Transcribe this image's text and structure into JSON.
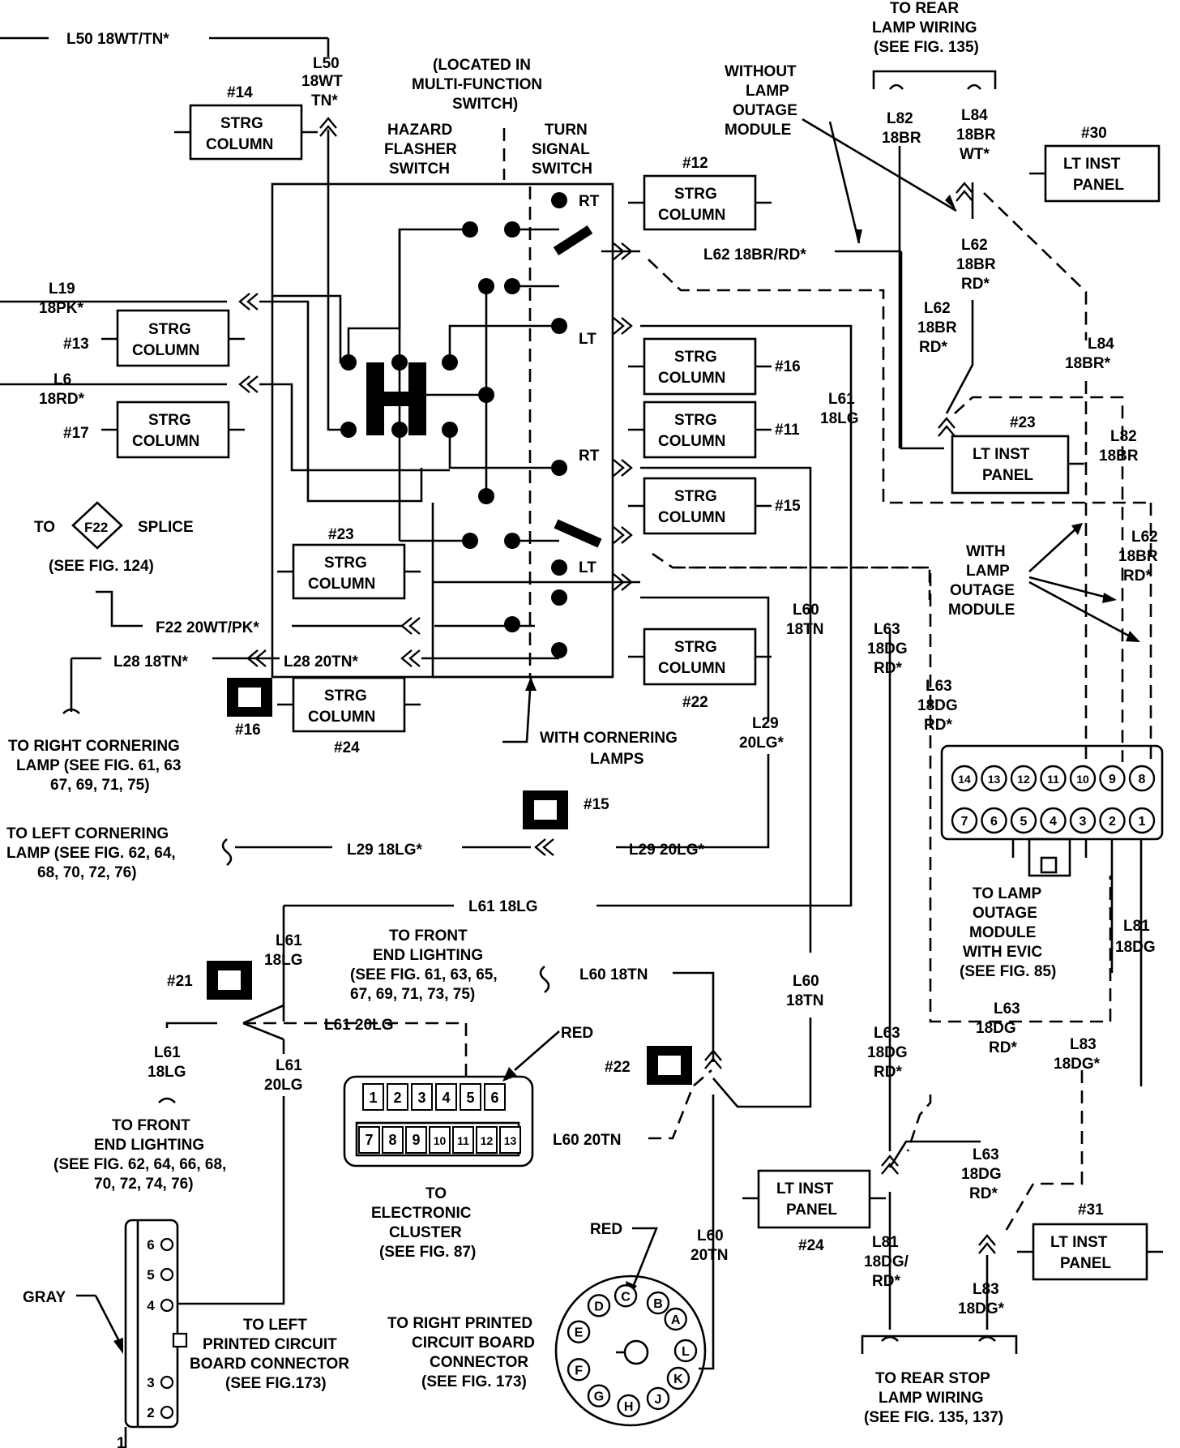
{
  "labels": {
    "l50_top": "L50 18WT/TN*",
    "l50_a": "L50",
    "l50_b": "18WT",
    "l50_c": "TN*",
    "located1": "(LOCATED IN",
    "located2": "MULTI-FUNCTION",
    "located3": "SWITCH)",
    "hazard1": "HAZARD",
    "hazard2": "FLASHER",
    "hazard3": "SWITCH",
    "turn1": "TURN",
    "turn2": "SIGNAL",
    "turn3": "SWITCH",
    "torear1": "TO REAR",
    "torear2": "LAMP WIRING",
    "torear3": "(SEE FIG. 135)",
    "without1": "WITHOUT",
    "without2": "LAMP",
    "without3": "OUTAGE",
    "without4": "MODULE",
    "l82a": "L82",
    "l82b": "18BR",
    "l84a": "L84",
    "l84b": "18BR",
    "l84c": "WT*",
    "l62top": "L62 18BR/RD*",
    "l62r_a": "L62",
    "l62r_b": "18BR",
    "l62r_c": "RD*",
    "l62m_a": "L62",
    "l62m_b": "18BR",
    "l62m_c": "RD*",
    "l84d_a": "L84",
    "l84d_b": "18BR*",
    "l82d_a": "L82",
    "l82d_b": "18BR",
    "l62d_a": "L62",
    "l62d_b": "18BR",
    "l62d_c": "RD*",
    "l19a": "L19",
    "l19b": "18PK*",
    "l6a": "L6",
    "l6b": "18RD*",
    "rt1": "RT",
    "lt1": "LT",
    "rt2": "RT",
    "lt2": "LT",
    "l61a": "L61",
    "l61b": "18LG",
    "to_f22": "TO",
    "splice": "SPLICE",
    "see124": "(SEE FIG. 124)",
    "f22": "F22 20WT/PK*",
    "l28_18": "L28 18TN*",
    "l28_20": "L28 20TN*",
    "toright1": "TO RIGHT CORNERING",
    "toright2": "LAMP (SEE FIG. 61, 63",
    "toright3": "67, 69, 71, 75)",
    "with_corn1": "WITH CORNERING",
    "with_corn2": "LAMPS",
    "l60a": "L60",
    "l60b": "18TN",
    "l63a": "L63",
    "l63b": "18DG",
    "l63c": "RD*",
    "l63b_a": "L63",
    "l63b_b": "18DG",
    "l63b_c": "RD*",
    "with_lom1": "WITH",
    "with_lom2": "LAMP",
    "with_lom3": "OUTAGE",
    "with_lom4": "MODULE",
    "l29a": "L29",
    "l29b": "20LG*",
    "toleft1": "TO LEFT CORNERING",
    "toleft2": "LAMP (SEE FIG. 62, 64,",
    "toleft3": "68, 70, 72, 76)",
    "l29_18": "L29 18LG*",
    "l29_20": "L29 20LG*",
    "l61_18lg": "L61 18LG",
    "tolom1": "TO LAMP",
    "tolom2": "OUTAGE",
    "tolom3": "MODULE",
    "tolom4": "WITH EVIC",
    "tolom5": "(SEE FIG. 85)",
    "l81a": "L81",
    "l81b": "18DG",
    "tofront1": "TO FRONT",
    "tofront2": "END LIGHTING",
    "tofront3": "(SEE FIG. 61, 63, 65,",
    "tofront4": "67, 69, 71, 73, 75)",
    "l60_18tn": "L60 18TN",
    "l61c_a": "L61",
    "l61c_b": "18LG",
    "l61_20lg": "L61 20LG",
    "l60m_a": "L60",
    "l60m_b": "18TN",
    "l63c_a": "L63",
    "l63c_b": "18DG",
    "l63c_c": "RD*",
    "l63d_a": "L63",
    "l63d_b": "18DG",
    "l63d_c": "RD*",
    "l83a": "L83",
    "l83b": "18DG*",
    "red1": "RED",
    "l61d_a": "L61",
    "l61d_b": "18LG",
    "tofront2_1": "TO FRONT",
    "tofront2_2": "END LIGHTING",
    "tofront2_3": "(SEE FIG. 62, 64, 66, 68,",
    "tofront2_4": "70, 72, 74, 76)",
    "l61e_a": "L61",
    "l61e_b": "20LG",
    "l60_20tn": "L60 20TN",
    "tocluster1": "TO",
    "tocluster2": "ELECTRONIC",
    "tocluster3": "CLUSTER",
    "tocluster4": "(SEE FIG. 87)",
    "l63e_a": "L63",
    "l63e_b": "18DG",
    "l63e_c": "RD*",
    "red2": "RED",
    "l60n_a": "L60",
    "l60n_b": "20TN",
    "l81c_a": "L81",
    "l81c_b": "18DG/",
    "l81c_c": "RD*",
    "l83b_a": "L83",
    "l83b_b": "18DG*",
    "gray": "GRAY",
    "toleftpcb1": "TO LEFT",
    "toleftpcb2": "PRINTED CIRCUIT",
    "toleftpcb3": "BOARD CONNECTOR",
    "toleftpcb4": "(SEE FIG.173)",
    "torightpcb1": "TO RIGHT PRINTED",
    "torightpcb2": "CIRCUIT BOARD",
    "torightpcb3": "CONNECTOR",
    "torightpcb4": "(SEE FIG. 173)",
    "torearstop1": "TO REAR STOP",
    "torearstop2": "LAMP WIRING",
    "torearstop3": "(SEE FIG. 135, 137)"
  },
  "splice_tag": "F22",
  "connectors": {
    "c14": "#14",
    "c12": "#12",
    "c30": "#30",
    "c13": "#13",
    "c16": "#16",
    "c17": "#17",
    "c11": "#11",
    "c15": "#15",
    "c23a": "#23",
    "c23b": "#23",
    "c22": "#22",
    "c16b": "#16",
    "c24": "#24",
    "c15b": "#15",
    "c21": "#21",
    "c22b": "#22",
    "c24b": "#24",
    "c31": "#31",
    "pin1": "1"
  },
  "boxes": {
    "strg1": "STRG",
    "strg2": "COLUMN",
    "lt1": "LT INST",
    "lt2": "PANEL"
  },
  "lom_pins_top": [
    "14",
    "13",
    "12",
    "11",
    "10",
    "9",
    "8"
  ],
  "lom_pins_bottom": [
    "7",
    "6",
    "5",
    "4",
    "3",
    "2",
    "1"
  ],
  "cluster_pins_top": [
    "1",
    "2",
    "3",
    "4",
    "5",
    "6"
  ],
  "cluster_pins_bottom": [
    "7",
    "8",
    "9",
    "10",
    "11",
    "12",
    "13"
  ],
  "left_pcb_pins": [
    "6",
    "5",
    "4",
    "3",
    "2"
  ],
  "right_pcb_pins": [
    "A",
    "B",
    "C",
    "D",
    "E",
    "F",
    "G",
    "H",
    "J",
    "K",
    "L"
  ]
}
